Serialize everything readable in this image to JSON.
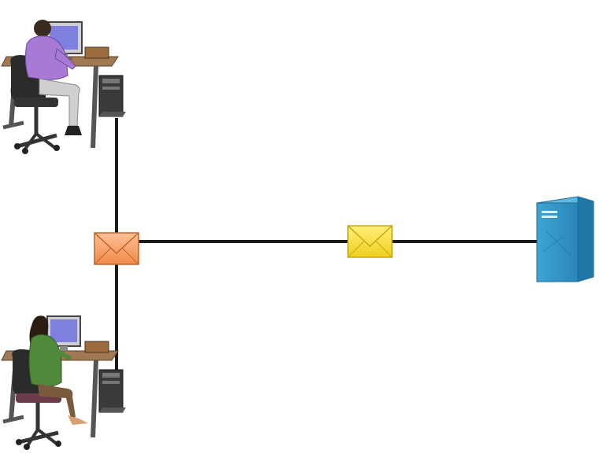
{
  "diagram": {
    "nodes": [
      {
        "id": "workstation-top",
        "kind": "person-at-computer",
        "person": "man"
      },
      {
        "id": "workstation-bottom",
        "kind": "person-at-computer",
        "person": "woman"
      },
      {
        "id": "server",
        "kind": "tower-server"
      }
    ],
    "messages": [
      {
        "id": "message-junction",
        "kind": "envelope"
      },
      {
        "id": "message-link",
        "kind": "envelope"
      }
    ],
    "colors": {
      "cable": "#1a1a1a",
      "envelope_junction": "#f6a46e",
      "envelope_link": "#f7dd3a",
      "server": "#2f8fc0",
      "man_shirt": "#a77ad6",
      "woman_shirt": "#4f8a3b",
      "chair": "#2b2b2b",
      "desk": "#a07a54",
      "monitor_screen": "#7f7fe0"
    }
  }
}
